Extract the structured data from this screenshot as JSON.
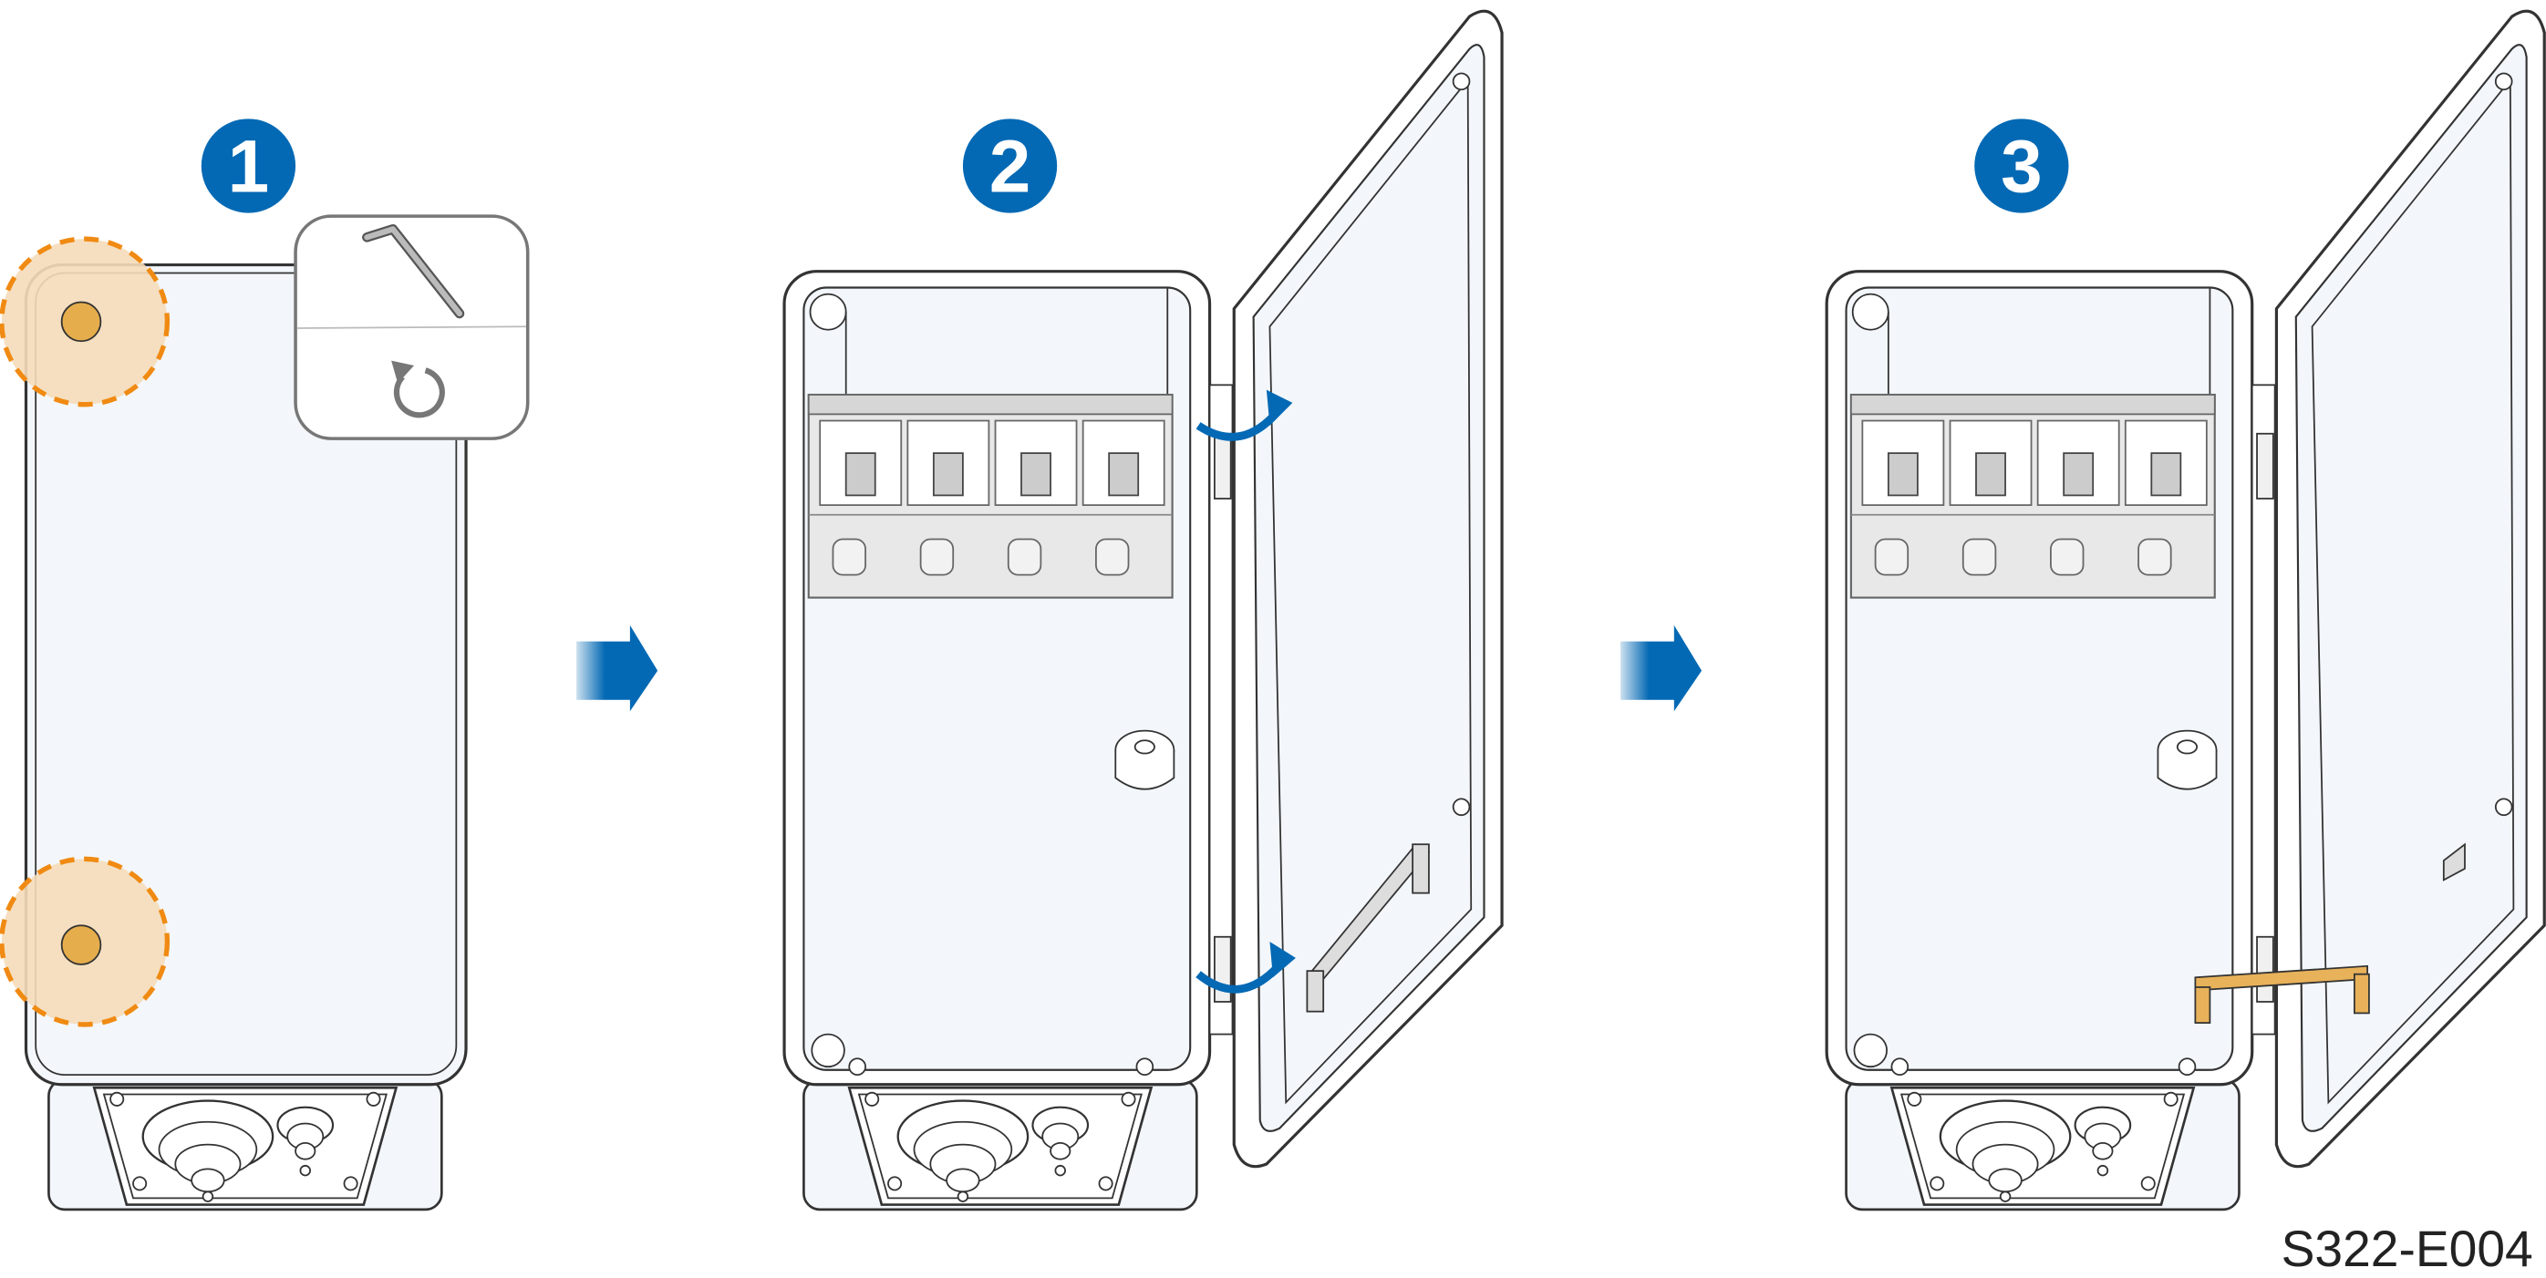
{
  "steps": [
    {
      "number": "1"
    },
    {
      "number": "2"
    },
    {
      "number": "3"
    }
  ],
  "figure_code": "S322-E004",
  "colors": {
    "badge": "#0469b4",
    "highlight_fill": "#f5dbb9",
    "highlight_stroke": "#f08a12",
    "screw": "#e6ad4c",
    "box_fill": "#f3f7fb",
    "outline": "#333333",
    "arrow": "#0469b4",
    "bracket": "#e8b25a"
  },
  "icons": [
    "torx-key-icon",
    "rotate-counterclockwise-icon",
    "step-arrow-icon",
    "door-open-arrow-icon"
  ]
}
